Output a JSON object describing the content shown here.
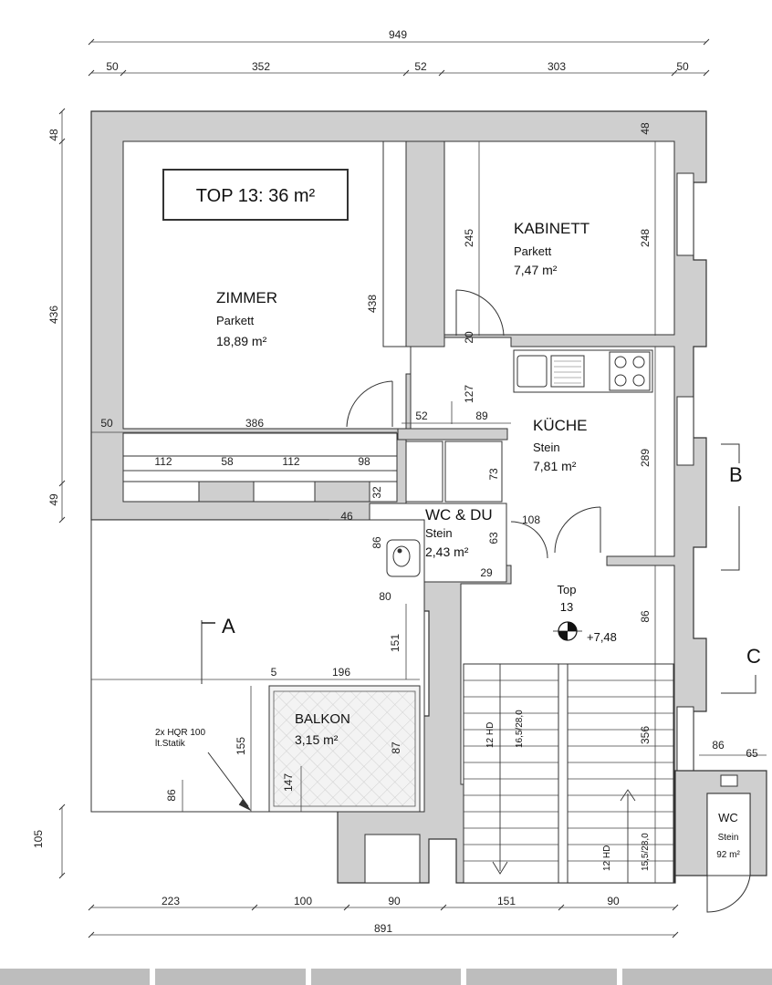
{
  "title": "TOP 13: 36 m²",
  "rooms": {
    "zimmer": {
      "name": "ZIMMER",
      "floor": "Parkett",
      "area": "18,89 m²"
    },
    "kabinett": {
      "name": "KABINETT",
      "floor": "Parkett",
      "area": "7,47 m²"
    },
    "kueche": {
      "name": "KÜCHE",
      "floor": "Stein",
      "area": "7,81 m²"
    },
    "wc_du": {
      "name": "WC & DU",
      "floor": "Stein",
      "area": "2,43 m²"
    },
    "balkon": {
      "name": "BALKON",
      "area": "3,15 m²"
    },
    "wc": {
      "name": "WC",
      "floor": "Stein",
      "area": "92 m²"
    }
  },
  "entry": {
    "label": "Top",
    "number": "13",
    "level": "+7,48"
  },
  "sections": [
    "A",
    "B",
    "C"
  ],
  "note": [
    "2x HQR 100",
    "lt.Statik"
  ],
  "stairs": {
    "upper": [
      "12 HD",
      "16,5/28,0"
    ],
    "lower": [
      "12 HD",
      "15,5/28,0"
    ]
  },
  "dims": {
    "top_total": "949",
    "top_parts": [
      "50",
      "352",
      "52",
      "303",
      "50"
    ],
    "bottom_total": "891",
    "bottom_parts": [
      "223",
      "100",
      "90",
      "151",
      "90"
    ],
    "left": [
      "48",
      "436",
      "49",
      "105"
    ],
    "zimmer_h": "438",
    "zimmer_w": "386",
    "zimmer_wall": "50",
    "windows": [
      "112",
      "58",
      "112",
      "98"
    ],
    "kab_h": "245",
    "kab_h2": "248",
    "kab_top": "48",
    "door_20": "20",
    "k127": "127",
    "k52": "52",
    "k89": "89",
    "k289": "289",
    "k73": "73",
    "w32": "32",
    "w46": "46",
    "w86": "86",
    "w63": "63",
    "w108": "108",
    "w29": "29",
    "w80": "80",
    "w151": "151",
    "e86": "86",
    "s356": "356",
    "b5": "5",
    "b196": "196",
    "b155": "155",
    "b87": "87",
    "b147": "147",
    "b86": "86",
    "wc86": "86",
    "wc65": "65"
  }
}
